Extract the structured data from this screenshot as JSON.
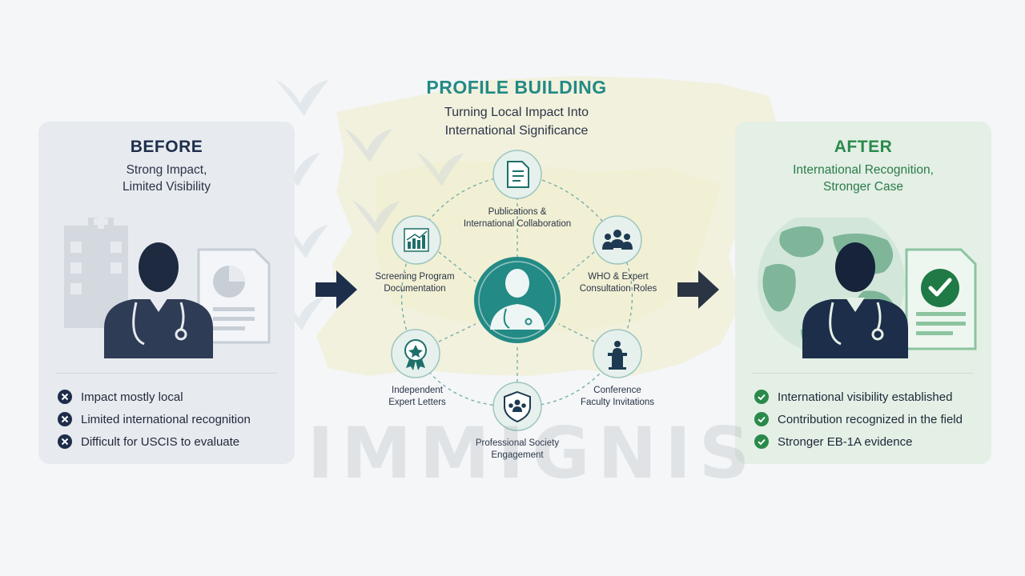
{
  "before": {
    "title": "BEFORE",
    "subtitle_lines": [
      "Strong Impact,",
      "Limited Visibility"
    ],
    "bullets": [
      "Impact mostly local",
      "Limited international recognition",
      "Difficult for USCIS to evaluate"
    ]
  },
  "center": {
    "title": "PROFILE BUILDING",
    "subtitle_lines": [
      "Turning Local Impact Into",
      "International Significance"
    ],
    "nodes": {
      "publications": [
        "Publications &",
        "International Collaboration"
      ],
      "who": [
        "WHO & Expert",
        "Consultation Roles"
      ],
      "screening": [
        "Screening Program",
        "Documentation"
      ],
      "letters": [
        "Independent",
        "Expert Letters"
      ],
      "conference": [
        "Conference",
        "Faculty Invitations"
      ],
      "society": [
        "Professional Society",
        "Engagement"
      ]
    }
  },
  "after": {
    "title": "AFTER",
    "subtitle_lines": [
      "International Recognition,",
      "Stronger Case"
    ],
    "bullets": [
      "International visibility established",
      "Contribution recognized in the field",
      "Stronger EB-1A evidence"
    ]
  },
  "watermark": "IMMIGNIS",
  "colors": {
    "navy": "#1d2e4a",
    "teal": "#238a85",
    "green": "#2a8a4b",
    "before_panel": "#e7eaef",
    "after_panel": "#e4efe6"
  },
  "icons": {
    "publications": "document-icon",
    "who": "group-icon",
    "screening": "bar-chart-icon",
    "letters": "award-badge-icon",
    "conference": "podium-icon",
    "society": "shield-group-icon",
    "center": "doctor-avatar-icon",
    "before_bullet": "x-circle-icon",
    "after_bullet": "check-circle-icon"
  }
}
